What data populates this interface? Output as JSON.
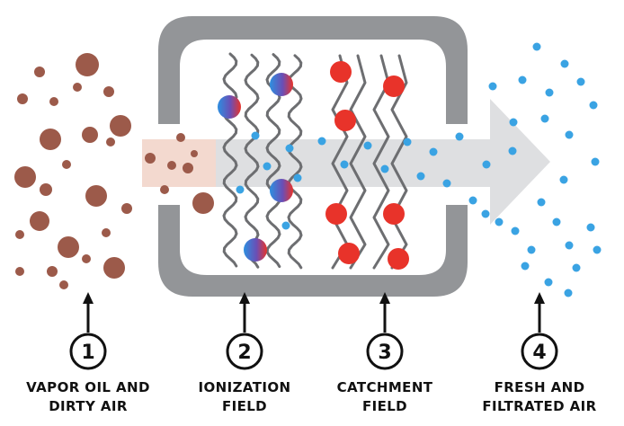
{
  "colors": {
    "frame": "#939598",
    "dirty_particle": "#9c5a4a",
    "clean_particle": "#3aa3e3",
    "charged_particle": "#e8332a",
    "fiber": "#6d6e71",
    "arrow_light": "#dedfe1",
    "arrow_dirty_tint": "#f3d9cf",
    "ink": "#111111"
  },
  "icons": {
    "ionized_particle": "half-blue-half-red-circle",
    "captured_particle": "red-circle",
    "clean_air": "blue-dot",
    "dirty_air": "brown-circle",
    "pointer": "upward-arrow"
  },
  "steps": [
    {
      "number": "1",
      "label": "VAPOR OIL AND\nDIRTY AIR"
    },
    {
      "number": "2",
      "label": "IONIZATION\nFIELD"
    },
    {
      "number": "3",
      "label": "CATCHMENT\nFIELD"
    },
    {
      "number": "4",
      "label": "FRESH AND\nFILTRATED AIR"
    }
  ]
}
